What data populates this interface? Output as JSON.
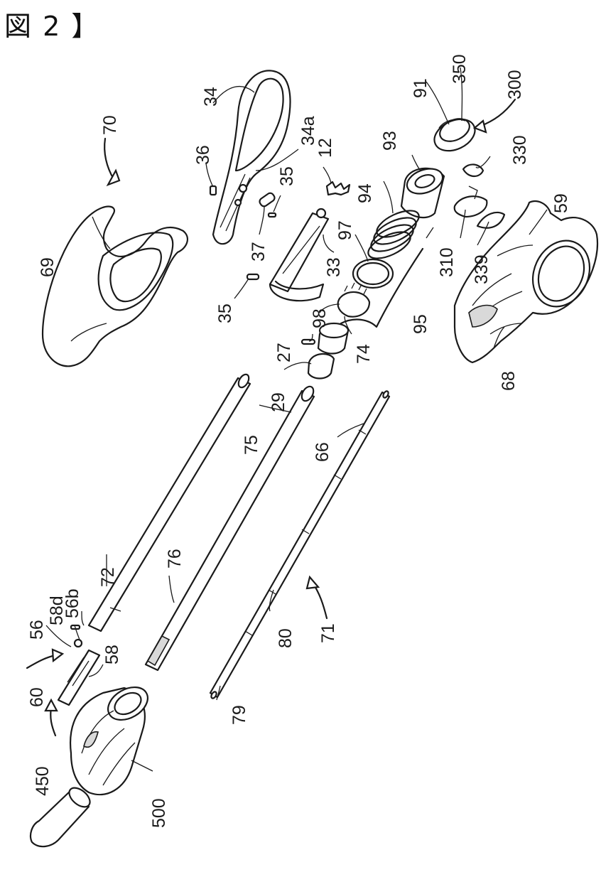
{
  "figure": {
    "title": "図 2 】"
  },
  "labels": [
    "34",
    "34a",
    "36",
    "12",
    "35",
    "37",
    "33",
    "35",
    "70",
    "69",
    "91",
    "350",
    "300",
    "330",
    "93",
    "94",
    "97",
    "310",
    "339",
    "59",
    "95",
    "98",
    "74",
    "27",
    "29",
    "68",
    "75",
    "66",
    "76",
    "72",
    "56b",
    "58d",
    "56",
    "58",
    "60",
    "80",
    "71",
    "79",
    "450",
    "500"
  ],
  "colors": {
    "line": "#1a1a1a",
    "background": "#ffffff"
  }
}
